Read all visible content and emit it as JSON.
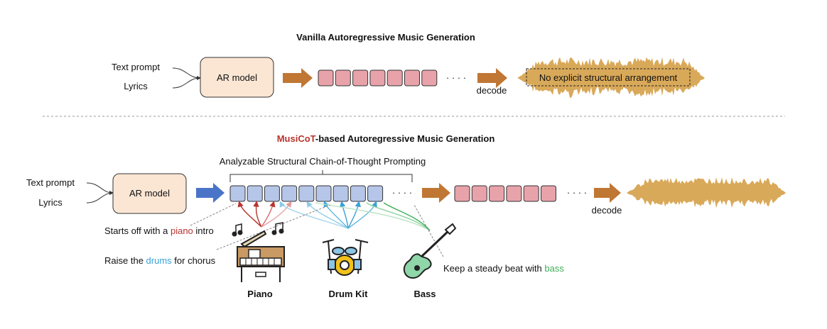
{
  "colors": {
    "ar_box_fill": "#fbe6d4",
    "token_red": "#e7a3a9",
    "token_blue": "#b6c6e8",
    "arrow_orange": "#c07734",
    "arrow_blue": "#4a74c8",
    "wave": "#d9a95a",
    "musicot": "#b8332d",
    "piano_red": "#b8332d",
    "drums_blue": "#3aa2d6",
    "bass_green": "#3fae58"
  },
  "top": {
    "title": "Vanilla Autoregressive Music Generation",
    "input_1": "Text prompt",
    "input_2": "Lyrics",
    "model": "AR model",
    "ellipsis": "· · · ·",
    "decode": "decode",
    "note": "No explicit structural arrangement"
  },
  "bottom": {
    "title_highlight": "MusiCoT",
    "title_rest": "-based Autoregressive Music Generation",
    "brace_label": "Analyzable Structural Chain-of-Thought Prompting",
    "input_1": "Text prompt",
    "input_2": "Lyrics",
    "model": "AR model",
    "ellipsis_1": "· · · ·",
    "ellipsis_2": "· · · ·",
    "decode": "decode",
    "instr_1": {
      "pre": "Starts off with a ",
      "word": "piano",
      "post": " intro"
    },
    "instr_2": {
      "pre": "Raise the ",
      "word": "drums",
      "post": " for chorus"
    },
    "instr_3": {
      "pre": "Keep a steady beat with ",
      "word": "bass",
      "post": ""
    },
    "labels": [
      "Piano",
      "Drum Kit",
      "Bass"
    ],
    "icons": [
      "piano-icon",
      "drum-kit-icon",
      "bass-guitar-icon"
    ]
  }
}
